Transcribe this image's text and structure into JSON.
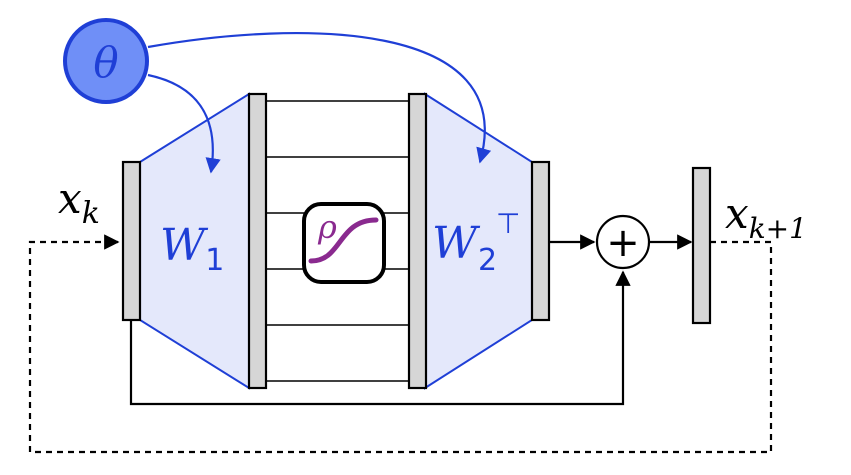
{
  "diagram": {
    "theta": "θ",
    "x_in": {
      "base": "x",
      "sub": "k"
    },
    "x_out": {
      "base": "x",
      "sub": "k+1"
    },
    "w1": {
      "base": "W",
      "sub": "1"
    },
    "w2": {
      "base": "W",
      "sub": "2",
      "sup": "⊤"
    },
    "activation": "ρ",
    "plus": "+"
  },
  "colors": {
    "blue": "#1f3fd6",
    "trapezoid_fill": "#e4e8fb",
    "theta_fill": "#6f8ff7",
    "layer_fill": "#d6d6d6",
    "activation": "#8a2a8f"
  }
}
